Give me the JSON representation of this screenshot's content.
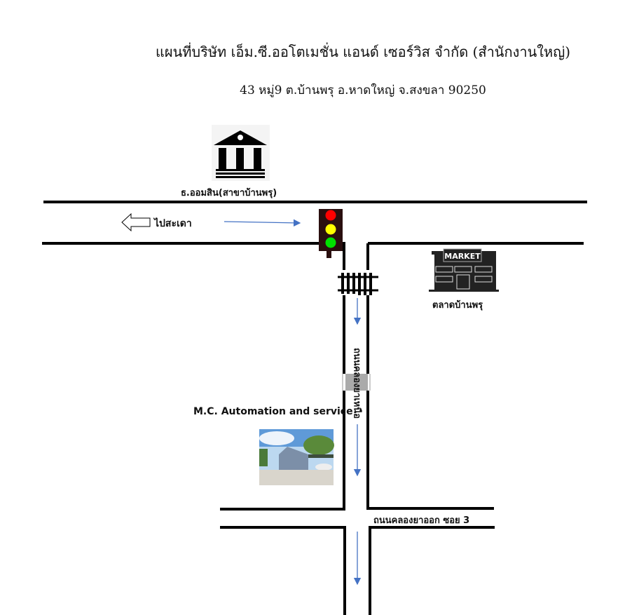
{
  "header": {
    "title": "แผนที่บริษัท เอ็ม.ซี.ออโตเมชั่น แอนด์ เซอร์วิส จำกัด (สำนักงานใหญ่)",
    "address": "43 หมู่9 ต.บ้านพรุ อ.หาดใหญ่ จ.สงขลา 90250"
  },
  "landmarks": {
    "bank": "ธ.ออมสิน(สาขาบ้านพรุ)",
    "direction_left": "ไปสะเดา",
    "market": "ตลาดบ้านพรุ",
    "market_sign": "MARKET",
    "company": "M.C. Automation and service"
  },
  "roads": {
    "vertical": "ถนนคลองยาเหนือ",
    "cross": "ถนนคลองยาออก ซอย 3"
  },
  "colors": {
    "road": "#000000",
    "arrow": "#4472c4",
    "red": "#ff0000",
    "yellow": "#ffff00",
    "green": "#00e000"
  }
}
